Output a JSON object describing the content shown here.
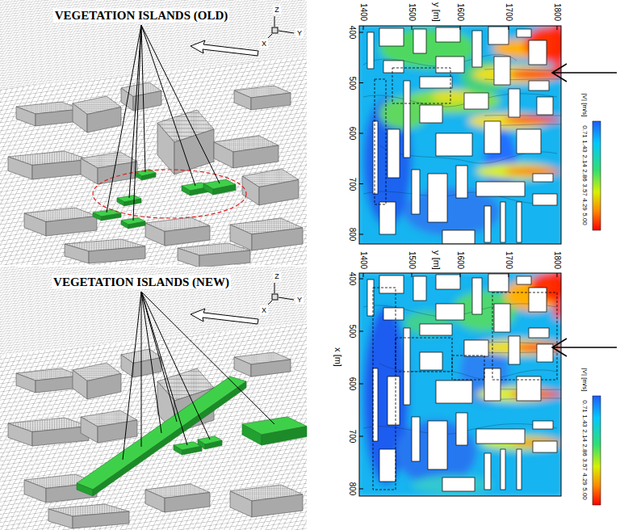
{
  "diagram": {
    "labels": [
      "VEGETATION ISLANDS (OLD)",
      "Z",
      "Y",
      "X",
      "y [m]",
      "1400",
      "1500",
      "1600",
      "1700",
      "1800",
      "400",
      "500",
      "600",
      "700",
      "800",
      "|V| [m/s]",
      "0.71",
      "1.43",
      "2.14",
      "2.86",
      "3.57",
      "4.29",
      "5.00",
      "VEGETATION ISLANDS (NEW)",
      "Z",
      "Y",
      "X",
      "y [m]",
      "1400",
      "1500",
      "1600",
      "1700",
      "1800",
      "x [m]",
      "400",
      "500",
      "600",
      "700",
      "800",
      "|V| [m/s]",
      "0.71",
      "1.43",
      "2.14",
      "2.86",
      "3.57",
      "4.29",
      "5.00"
    ]
  }
}
